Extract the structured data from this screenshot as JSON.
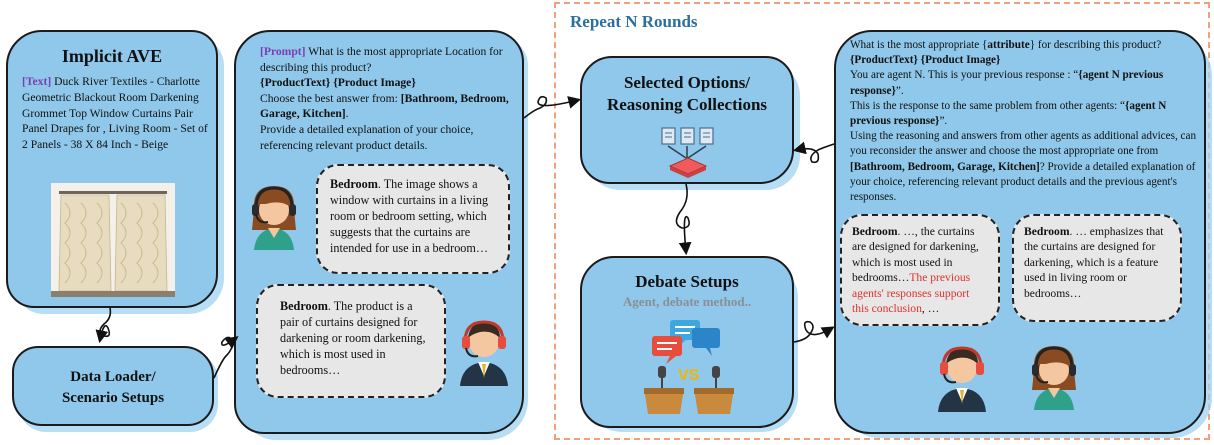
{
  "implicit": {
    "title": "Implicit AVE",
    "text_tag": "[Text]",
    "text": " Duck River Textiles - Charlotte Geometric Blackout Room Darkening Grommet Top Window Curtains Pair Panel Drapes for , Living Room - Set of 2 Panels - 38 X 84 Inch - Beige"
  },
  "loader": {
    "line1": "Data Loader/",
    "line2": "Scenario Setups"
  },
  "prompt": {
    "tag": "[Prompt]",
    "q": " What is the most appropriate Location for describing this product?",
    "vars": "{ProductText} {Product Image}",
    "choose": "Choose the best answer from: ",
    "options": "[Bathroom, Bedroom, Garage, Kitchen]",
    "choose_end": ".",
    "explain": "Provide a detailed explanation of your choice, referencing relevant product details."
  },
  "bubble1": {
    "bold": "Bedroom",
    "text": ". The image shows a window with curtains in a living room or bedroom setting, which suggests that the curtains are intended for use in a bedroom…"
  },
  "bubble2": {
    "bold": "Bedroom",
    "text": ". The product is a pair of curtains designed for darkening or room darkening, which is most used in bedrooms…"
  },
  "repeat": {
    "title": "Repeat N Rounds"
  },
  "selected": {
    "line1": "Selected Options/",
    "line2": "Reasoning Collections"
  },
  "debate": {
    "title": "Debate Setups",
    "subtitle": "Agent, debate method..",
    "vs": "VS"
  },
  "right": {
    "q1": "What is the most appropriate {",
    "attr": "attribute",
    "q1b": "} for describing this product?",
    "vars": "{ProductText} {Product Image}",
    "agent_a": "You are agent N. This is your previous response : “",
    "agent_b": "{agent N previous response}",
    "agent_c": "”.",
    "other_a": "This is the response to the same problem from other agents: “",
    "other_b": "{agent N previous response}",
    "other_c": "”.",
    "using": "Using the reasoning and answers from other agents as additional advices, can you reconsider the answer and choose the most appropriate one from ",
    "options": "[Bathroom, Bedroom, Garage, Kitchen]",
    "using_end": "? Provide a detailed explanation of your choice, referencing relevant product details and the previous agent's responses."
  },
  "bubble3": {
    "bold": "Bedroom",
    "text": ". …, the curtains are designed for darkening, which is most used in bedrooms…",
    "red": "The previous agents' responses support this conclusion",
    "end": ", …"
  },
  "bubble4": {
    "bold": "Bedroom",
    "text": ". … emphasizes that the curtains are designed for darkening, which is a feature used in living  room or bedrooms…"
  },
  "colors": {
    "blob": "#8fc8ea",
    "repeat_border": "#f0a07a",
    "repeat_title": "#2a6f9e",
    "purple": "#7b3fb2",
    "red": "#e0302c"
  },
  "icons": [
    "curtain-photo",
    "female-agent-icon",
    "male-agent-icon",
    "documents-merge-icon",
    "debate-vs-icon"
  ]
}
